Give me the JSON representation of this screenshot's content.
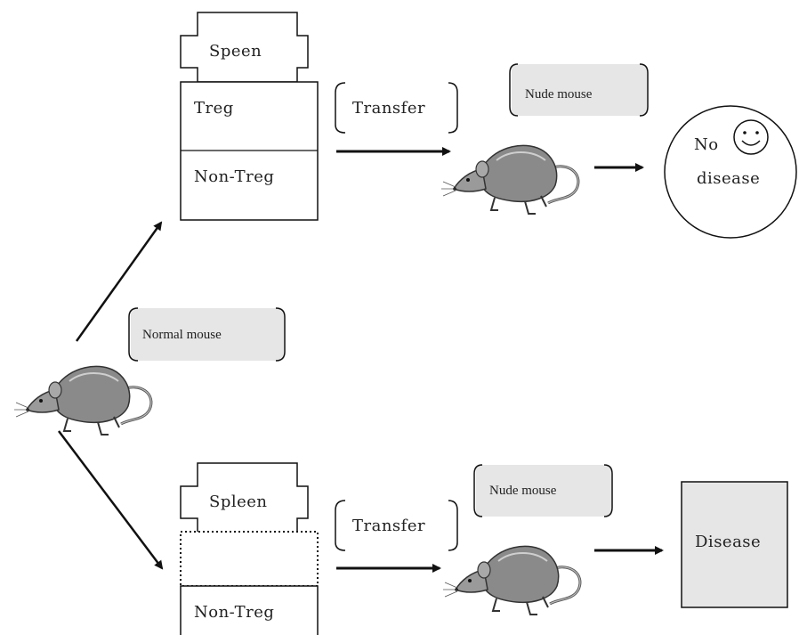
{
  "top": {
    "organ_label": "Speen",
    "treg_label": "Treg",
    "non_treg_label": "Non-Treg",
    "transfer_label": "Transfer",
    "recipient_label": "Nude mouse",
    "outcome_line1": "No",
    "outcome_line2": "disease"
  },
  "middle": {
    "donor_label": "Normal mouse"
  },
  "bottom": {
    "organ_label": "Spleen",
    "non_treg_label": "Non-Treg",
    "transfer_label": "Transfer",
    "recipient_label": "Nude mouse",
    "outcome_label": "Disease"
  },
  "colors": {
    "label_fill": "#e6e6e6",
    "mouse_body": "#8a8a8a",
    "outcome_fill": "#e6e6e6"
  },
  "icons": [
    "mouse-icon",
    "smiley-icon",
    "arrow-icon"
  ]
}
